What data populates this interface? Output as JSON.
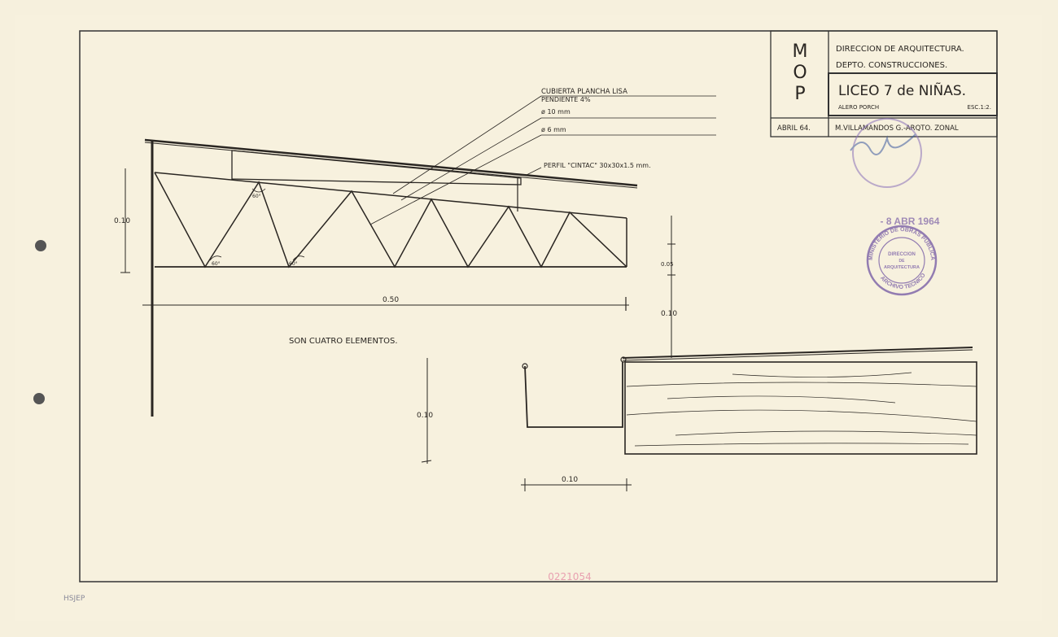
{
  "title_block": {
    "agency": "M O P",
    "agency_letters": [
      "M",
      "O",
      "P"
    ],
    "direction": "DIRECCION DE ARQUITECTURA.",
    "department": "DEPTO. CONSTRUCCIONES.",
    "project": "LICEO 7 de NIÑAS.",
    "drawing": "ALERO PORCH",
    "scale": "ESC.1:2.",
    "date": "ABRIL 64.",
    "author": "M.VILLAMANDOS G.-ARQTO. ZONAL"
  },
  "annotations": {
    "roof": "CUBIERTA PLANCHA LISA",
    "slope": "PENDIENTE 4%",
    "bar_10": "ø 10 mm",
    "bar_6": "ø 6 mm",
    "profile": "PERFIL \"CINTAC\" 30x30x1.5 mm.",
    "note": "SON CUATRO ELEMENTOS.",
    "angle_1": "60°",
    "angle_2": "60°",
    "angle_3": "60°"
  },
  "dimensions": {
    "truss_height": "0.10",
    "truss_length": "0.50",
    "detail_top": "0.05",
    "detail_mid": "0.10",
    "gutter_depth": "0.10",
    "gutter_width": "0.10"
  },
  "stamps": {
    "date": "- 8 ABR 1964",
    "ministry": "MINISTERIO DE OBRAS PUBLICAS",
    "dir_1": "DIRECCION",
    "dir_2": "DE",
    "dir_3": "ARQUITECTURA",
    "archive": "ARCHIVO TECNICO"
  },
  "footer": {
    "code": "0221054",
    "initials": "HSJEP"
  },
  "colors": {
    "paper": "#f6f0dd",
    "ink": "#2a2622",
    "stamp": "#7a5fa6",
    "code": "#e8a0b0"
  }
}
